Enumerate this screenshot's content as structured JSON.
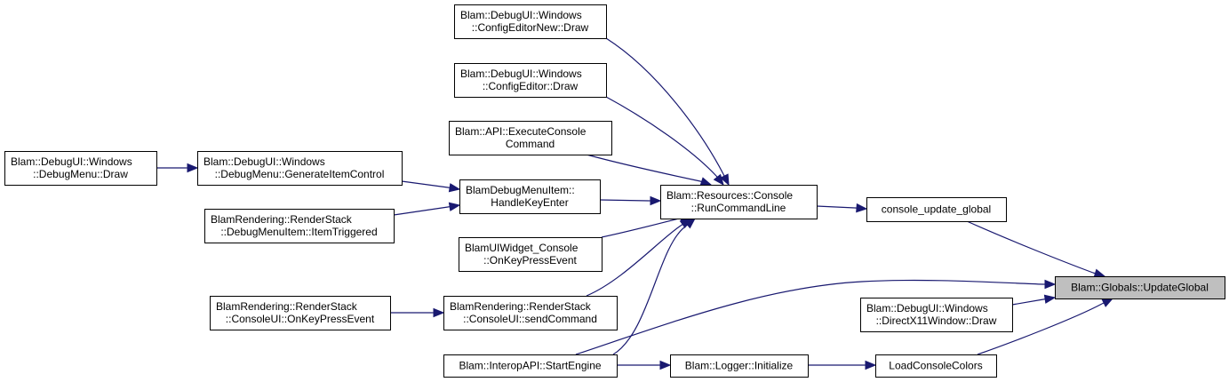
{
  "diagram": {
    "type": "doxygen-caller-graph",
    "colors": {
      "edge": "#191970",
      "focus_fill": "#bfbfbf",
      "node_border": "#000000"
    },
    "nodes": [
      {
        "id": "update_global",
        "lines": [
          "Blam::Globals::UpdateGlobal"
        ],
        "focus": true
      },
      {
        "id": "console_update_global",
        "lines": [
          "console_update_global"
        ]
      },
      {
        "id": "directx11_draw",
        "lines": [
          "Blam::DebugUI::Windows",
          "::DirectX11Window::Draw"
        ]
      },
      {
        "id": "load_console_colors",
        "lines": [
          "LoadConsoleColors"
        ]
      },
      {
        "id": "run_command_line",
        "lines": [
          "Blam::Resources::Console",
          "::RunCommandLine"
        ]
      },
      {
        "id": "logger_initialize",
        "lines": [
          "Blam::Logger::Initialize"
        ]
      },
      {
        "id": "interop_start_engine",
        "lines": [
          "Blam::InteropAPI::StartEngine"
        ]
      },
      {
        "id": "config_editor_new_draw",
        "lines": [
          "Blam::DebugUI::Windows",
          "::ConfigEditorNew::Draw"
        ]
      },
      {
        "id": "config_editor_draw",
        "lines": [
          "Blam::DebugUI::Windows",
          "::ConfigEditor::Draw"
        ]
      },
      {
        "id": "api_execute_console",
        "lines": [
          "Blam::API::ExecuteConsole",
          "Command"
        ]
      },
      {
        "id": "debug_menu_item_handle",
        "lines": [
          "BlamDebugMenuItem::",
          "HandleKeyEnter"
        ]
      },
      {
        "id": "ui_widget_console",
        "lines": [
          "BlamUIWidget_Console",
          "::OnKeyPressEvent"
        ]
      },
      {
        "id": "render_send_command",
        "lines": [
          "BlamRendering::RenderStack",
          "::ConsoleUI::sendCommand"
        ]
      },
      {
        "id": "debug_menu_generate",
        "lines": [
          "Blam::DebugUI::Windows",
          "::DebugMenu::GenerateItemControl"
        ]
      },
      {
        "id": "render_item_triggered",
        "lines": [
          "BlamRendering::RenderStack",
          "::DebugMenuItem::ItemTriggered"
        ]
      },
      {
        "id": "debug_menu_draw",
        "lines": [
          "Blam::DebugUI::Windows",
          "::DebugMenu::Draw"
        ]
      },
      {
        "id": "render_console_keypress",
        "lines": [
          "BlamRendering::RenderStack",
          "::ConsoleUI::OnKeyPressEvent"
        ]
      }
    ],
    "edges": [
      {
        "from": "console_update_global",
        "to": "update_global"
      },
      {
        "from": "directx11_draw",
        "to": "update_global"
      },
      {
        "from": "load_console_colors",
        "to": "update_global"
      },
      {
        "from": "interop_start_engine",
        "to": "update_global"
      },
      {
        "from": "run_command_line",
        "to": "console_update_global"
      },
      {
        "from": "logger_initialize",
        "to": "load_console_colors"
      },
      {
        "from": "interop_start_engine",
        "to": "logger_initialize"
      },
      {
        "from": "config_editor_new_draw",
        "to": "run_command_line"
      },
      {
        "from": "config_editor_draw",
        "to": "run_command_line"
      },
      {
        "from": "api_execute_console",
        "to": "run_command_line"
      },
      {
        "from": "debug_menu_item_handle",
        "to": "run_command_line"
      },
      {
        "from": "ui_widget_console",
        "to": "run_command_line"
      },
      {
        "from": "render_send_command",
        "to": "run_command_line"
      },
      {
        "from": "interop_start_engine",
        "to": "run_command_line"
      },
      {
        "from": "debug_menu_generate",
        "to": "debug_menu_item_handle"
      },
      {
        "from": "render_item_triggered",
        "to": "debug_menu_item_handle"
      },
      {
        "from": "debug_menu_draw",
        "to": "debug_menu_generate"
      },
      {
        "from": "render_console_keypress",
        "to": "render_send_command"
      }
    ]
  }
}
